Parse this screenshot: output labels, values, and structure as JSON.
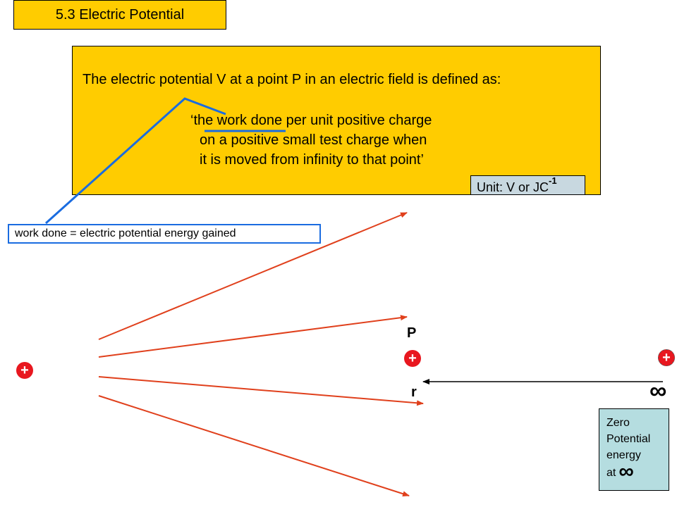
{
  "title": "5.3 Electric Potential",
  "definition": {
    "intro": "The electric potential V at a point P in an electric field is defined as:",
    "quote_lines": [
      "‘the work done per unit positive charge",
      "on a positive small test charge when",
      "it is moved from infinity to that point’"
    ],
    "unit_text": "Unit: V or JC",
    "unit_exponent": "-1"
  },
  "callout": "work done = electric potential energy gained",
  "diagram": {
    "source_charge": "+",
    "test_charge_at_p": "+",
    "test_charge_at_infinity": "+",
    "point_label": "P",
    "distance_label": "r",
    "infinity_symbol": "∞",
    "zero_box_lines": [
      "Zero",
      "Potential",
      "energy",
      "at"
    ],
    "zero_box_symbol": "∞"
  },
  "colors": {
    "box_fill": "#ffcc00",
    "field_lines": "#e0401c",
    "charge": "#e8171f",
    "callout_line": "#1a6ce0",
    "unit_fill": "#c8d8e0",
    "zero_fill": "#b5dde0"
  }
}
